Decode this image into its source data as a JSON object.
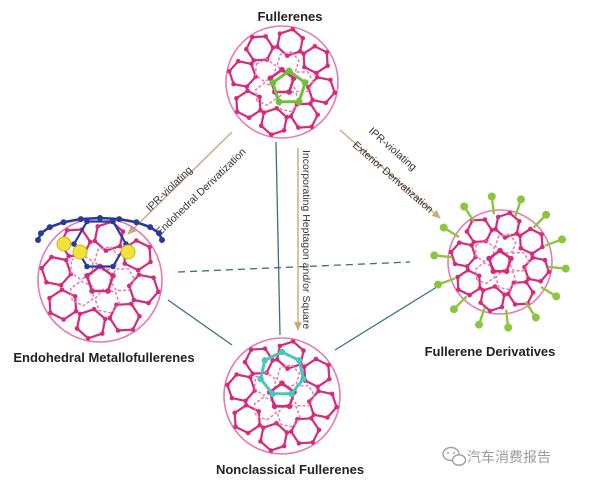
{
  "nodes": {
    "top": {
      "title": "Fullerenes"
    },
    "left": {
      "title": "Endohedral Metallofullerenes"
    },
    "right": {
      "title": "Fullerene Derivatives"
    },
    "bottom": {
      "title": "Nonclassical Fullerenes"
    }
  },
  "arrows": {
    "left": {
      "line1": "IPR-violating",
      "line2": "Endohedral Derivatization"
    },
    "right": {
      "line1": "IPR-violating",
      "line2": "Exterior Derivatization"
    },
    "center": {
      "line1": "Incorporating Heptagon and/or Square"
    }
  },
  "watermark": {
    "text": "汽车消费报告"
  },
  "colors": {
    "cage": "#d62a7c",
    "cage_light": "#e87ab0",
    "pentagon_highlight": "#6cc23a",
    "metal_cluster": "#2a3a9a",
    "metal_atom": "#f2e23a",
    "heptagon_highlight": "#48c6c0",
    "addend": "#8cc63f",
    "connector": "#3a6f80",
    "arrow": "#c9a87a"
  }
}
